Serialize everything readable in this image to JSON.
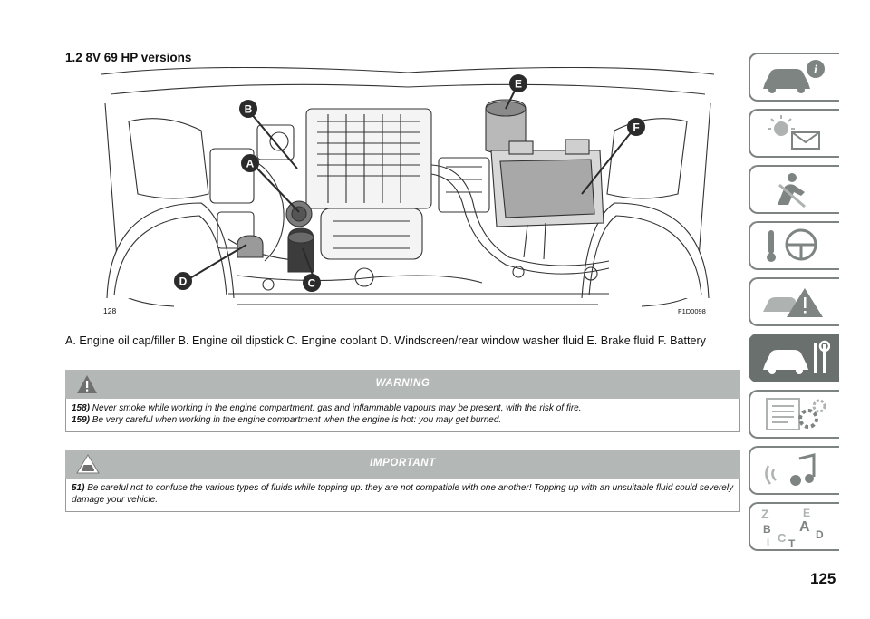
{
  "section_title": "1.2 8V 69 HP versions",
  "figure": {
    "number": "128",
    "code": "F1D0098",
    "callouts": [
      "A",
      "B",
      "C",
      "D",
      "E",
      "F"
    ]
  },
  "caption": "A. Engine oil cap/filler B. Engine oil dipstick C. Engine coolant D. Windscreen/rear window washer fluid E. Brake fluid F. Battery",
  "warning": {
    "title": "WARNING",
    "items": [
      {
        "ref": "158)",
        "text": "Never smoke while working in the engine compartment: gas and inflammable vapours may be present, with the risk of fire."
      },
      {
        "ref": "159)",
        "text": "Be very careful when working in the engine compartment when the engine is hot: you may get burned."
      }
    ]
  },
  "important": {
    "title": "IMPORTANT",
    "items": [
      {
        "ref": "51)",
        "text": "Be careful not to confuse the various types of fluids while topping up: they are not compatible with one another! Topping up with an unsuitable fluid could severely damage your vehicle."
      }
    ]
  },
  "side_tabs": [
    {
      "icon": "car-info-icon",
      "active": false
    },
    {
      "icon": "warning-lights-icon",
      "active": false
    },
    {
      "icon": "safety-seat-icon",
      "active": false
    },
    {
      "icon": "steering-wheel-icon",
      "active": false
    },
    {
      "icon": "emergency-icon",
      "active": false
    },
    {
      "icon": "car-maintenance-icon",
      "active": true
    },
    {
      "icon": "technical-data-icon",
      "active": false
    },
    {
      "icon": "multimedia-icon",
      "active": false
    },
    {
      "icon": "index-icon",
      "active": false
    }
  ],
  "side_tab_index_letters": [
    "Z",
    "E",
    "A",
    "B",
    "C",
    "D",
    "I",
    "T"
  ],
  "page_number": "125",
  "colors": {
    "notice_header": "#b3b8b6",
    "tab_active": "#69706e",
    "tab_border": "#7d8482",
    "callout": "#2b2b2b"
  }
}
